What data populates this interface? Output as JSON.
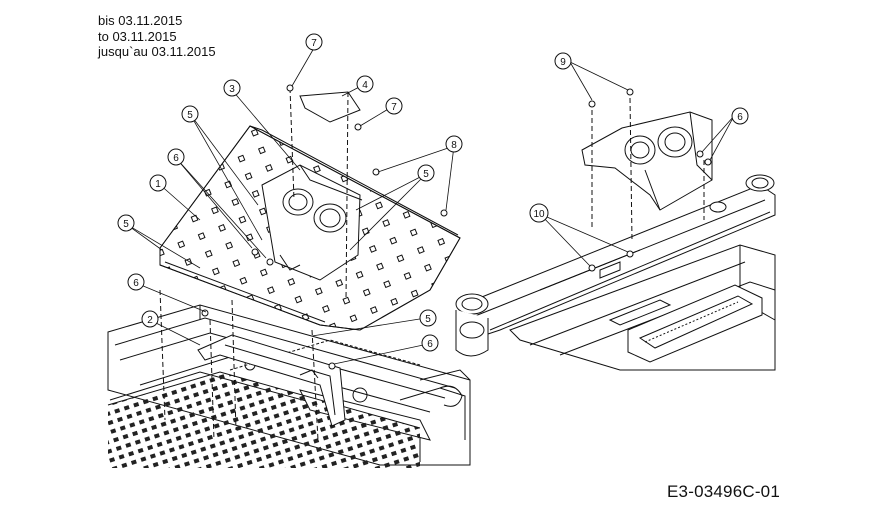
{
  "header": {
    "line_de": "bis 03.11.2015",
    "line_en": "to 03.11.2015",
    "line_fr": "jusqu`au 03.11.2015"
  },
  "document_code": "E3-03496C-01",
  "callouts": [
    "1",
    "2",
    "3",
    "4",
    "5",
    "6",
    "7",
    "8",
    "9",
    "10"
  ],
  "left_assembly_callouts": [
    "7",
    "4",
    "7",
    "3",
    "5",
    "6",
    "1",
    "8",
    "5",
    "5",
    "6",
    "2",
    "5",
    "6"
  ],
  "right_assembly_callouts": [
    "9",
    "6",
    "10"
  ]
}
